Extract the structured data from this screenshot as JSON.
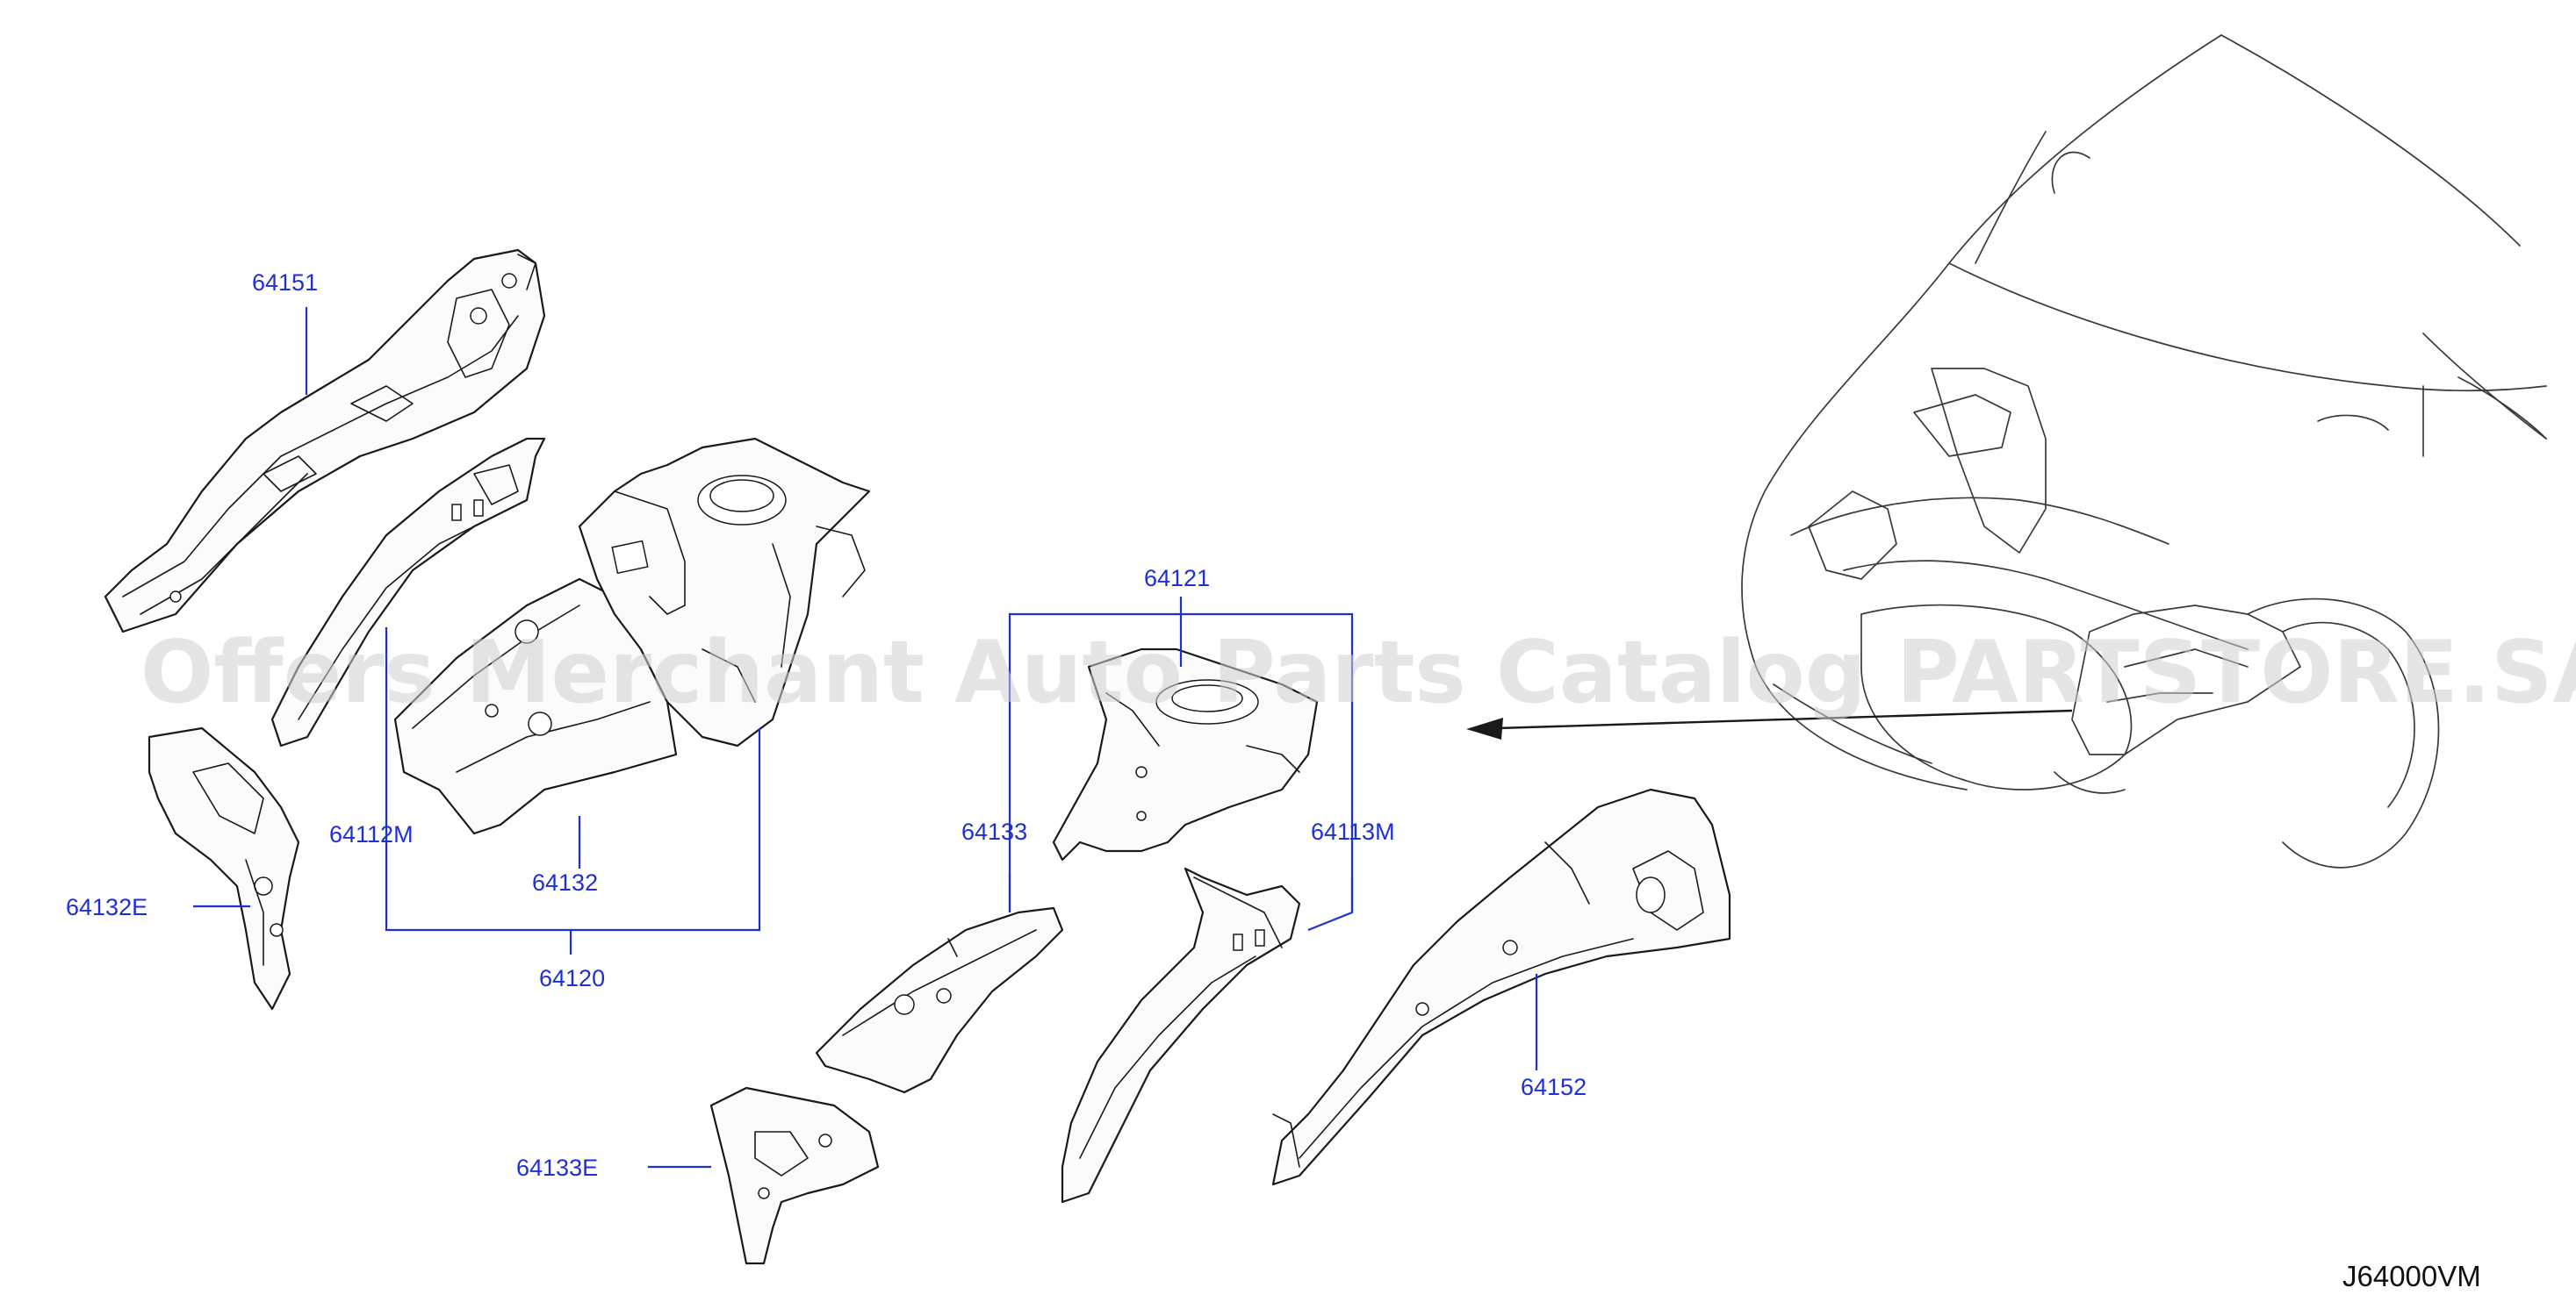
{
  "watermark": "Offers Merchant Auto Parts Catalog PARTSTORE.SA",
  "figure_code": "J64000VM",
  "callouts": {
    "p64151": "64151",
    "p64112M": "64112M",
    "p64132": "64132",
    "p64120": "64120",
    "p64132E": "64132E",
    "p64121": "64121",
    "p64133": "64133",
    "p64113M": "64113M",
    "p64133E": "64133E",
    "p64152": "64152"
  },
  "colors": {
    "callout": "#1f2fd6",
    "line": "#1a1a1a",
    "watermark": "#cfcfcf"
  }
}
